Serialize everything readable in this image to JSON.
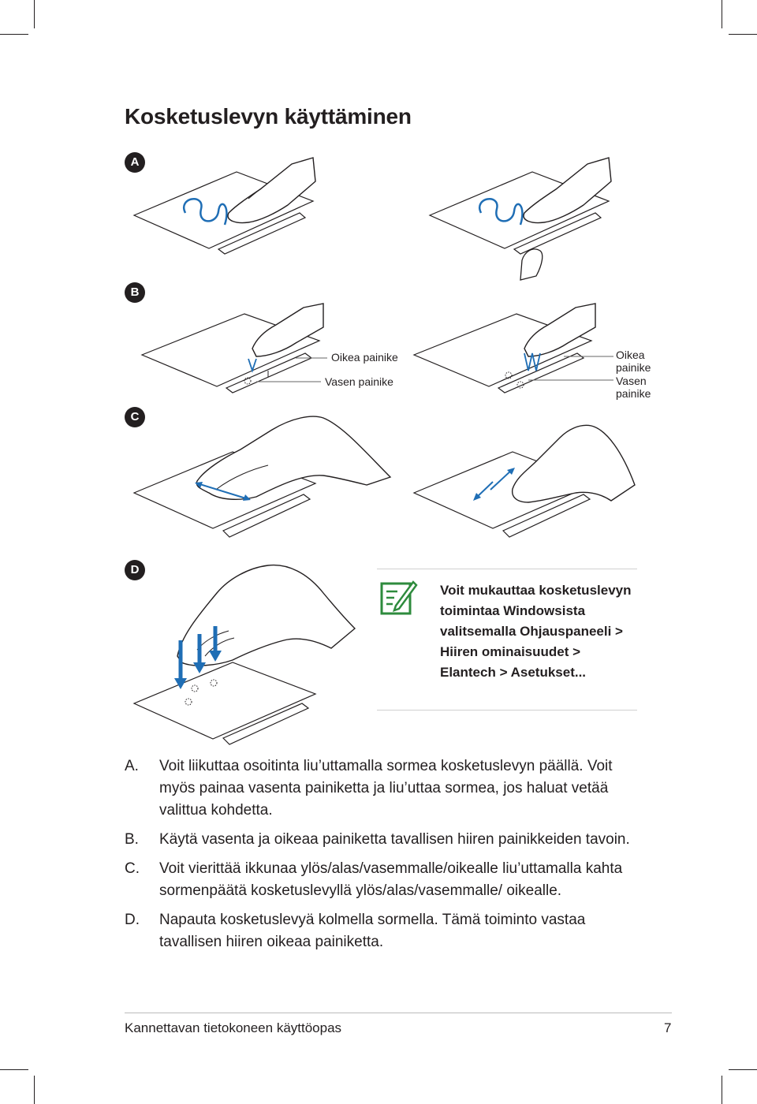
{
  "page": {
    "title": "Kosketuslevyn käyttäminen",
    "section_markers": [
      "A",
      "B",
      "C",
      "D"
    ]
  },
  "figures": {
    "b_right_label": "Oikea painike",
    "b_left_label": "Vasen painike",
    "b2_right_label": "Oikea painike",
    "b2_left_label": "Vasen painike"
  },
  "note": {
    "icon": "note-pencil-icon",
    "text": "Voit mukauttaa kosketuslevyn toimintaa Windowsista valitsemalla Ohjauspaneeli > Hiiren ominaisuudet > Elantech > Asetukset..."
  },
  "instructions": [
    {
      "letter": "A.",
      "text": "Voit liikuttaa osoitinta liu’uttamalla sormea kosketuslevyn päällä. Voit myös painaa vasenta painiketta ja liu’uttaa sormea, jos haluat vetää valittua kohdetta."
    },
    {
      "letter": "B.",
      "text": "Käytä vasenta ja oikeaa painiketta tavallisen hiiren painikkeiden tavoin."
    },
    {
      "letter": "C.",
      "text": "Voit vierittää ikkunaa ylös/alas/vasemmalle/oikealle liu’uttamalla kahta sormenpäätä kosketuslevyllä ylös/alas/vasemmalle/ oikealle."
    },
    {
      "letter": "D.",
      "text": "Napauta kosketuslevyä kolmella sormella. Tämä toiminto vastaa tavallisen hiiren oikeaa painiketta."
    }
  ],
  "footer": {
    "title": "Kannettavan tietokoneen käyttöopas",
    "page_number": "7"
  },
  "colors": {
    "text": "#231f20",
    "accent_blue": "#1f6eb5",
    "rule_gray": "#bbbbbb"
  }
}
